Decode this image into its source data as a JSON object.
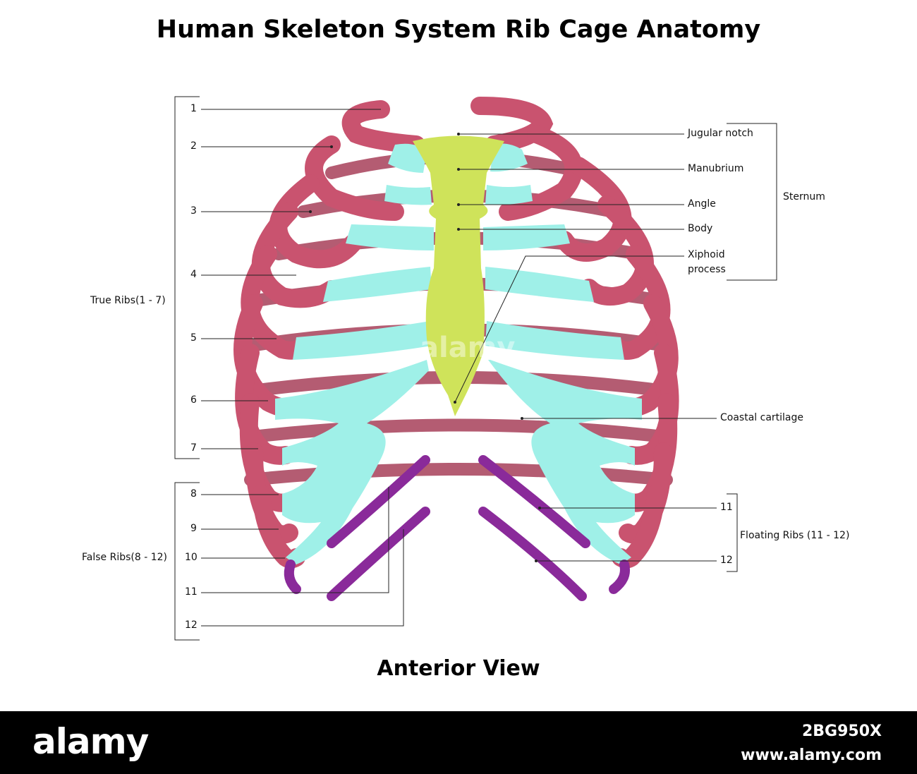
{
  "title": "Human Skeleton System Rib Cage Anatomy",
  "subtitle": "Anterior View",
  "groups": {
    "true_ribs": "True Ribs(1 - 7)",
    "false_ribs": "False Ribs(8 - 12)",
    "floating_ribs": "Floating Ribs (11 - 12)",
    "sternum": "Sternum"
  },
  "left_numbers": [
    "1",
    "2",
    "3",
    "4",
    "5",
    "6",
    "7",
    "8",
    "9",
    "10",
    "11",
    "12"
  ],
  "right_numbers": [
    "11",
    "12"
  ],
  "sternum_parts": {
    "jugular_notch": "Jugular notch",
    "manubrium": "Manubrium",
    "angle": "Angle",
    "body": "Body",
    "xiphoid_line1": "Xiphoid",
    "xiphoid_line2": "process"
  },
  "coastal_cartilage": "Coastal cartilage",
  "colors": {
    "rib": "#c9536f",
    "rib_dark": "#a8405a",
    "cartilage": "#9ff0e8",
    "sternum": "#cfe35a",
    "floating_rib": "#8a2a9a"
  },
  "watermark": "alamy",
  "footer": {
    "logo": "alamy",
    "code": "2BG950X",
    "url": "www.alamy.com"
  }
}
